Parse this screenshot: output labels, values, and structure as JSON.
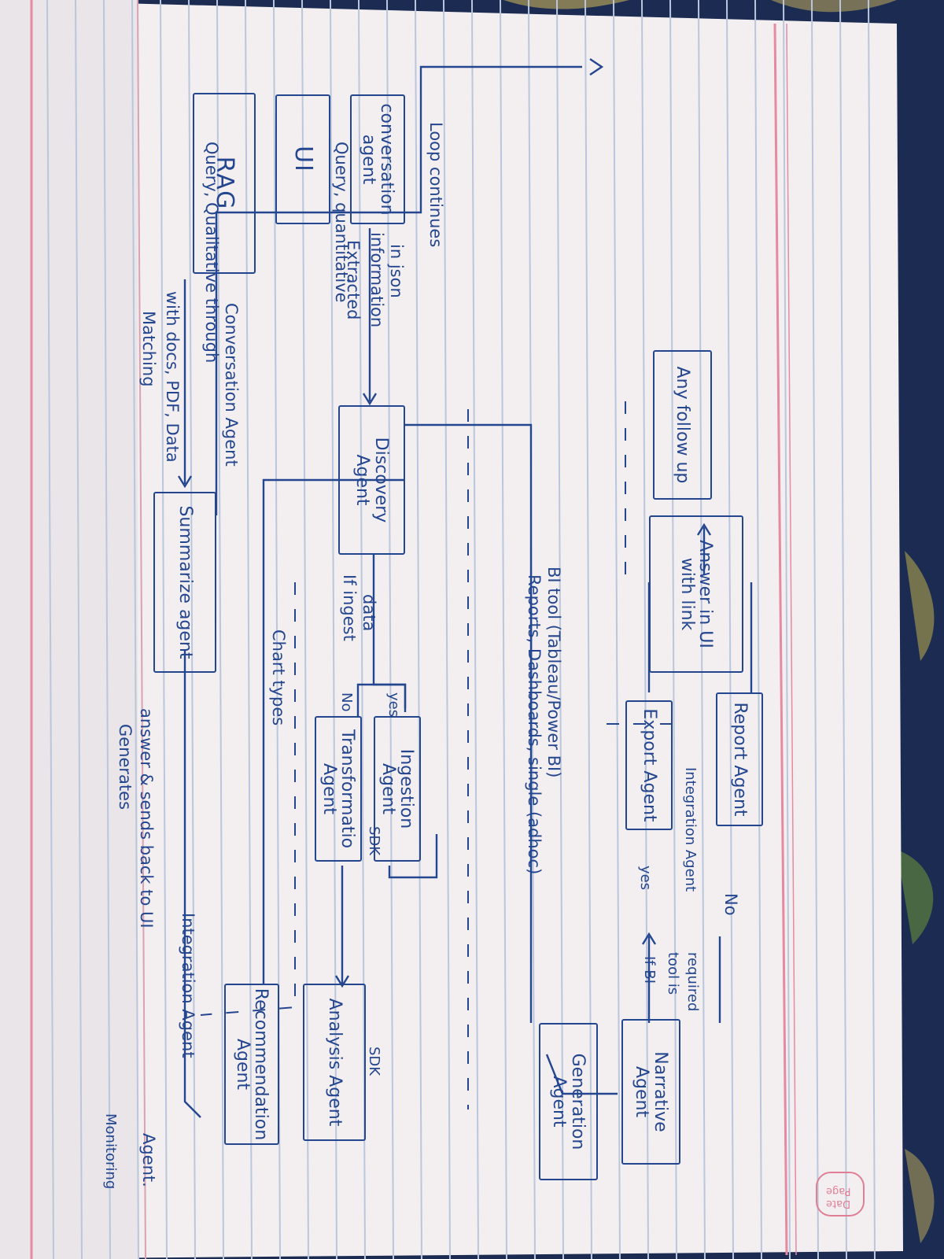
{
  "boxes": {
    "rag": "RAG",
    "ui": "UI",
    "conversation_agent": "conversation agent",
    "summarize_agent": "Summarize agent",
    "discovery_agent": "Discovery Agent",
    "ingestion_agent": "Ingestion Agent",
    "transformation_agent": "Transformatio Agent",
    "analysis_agent": "Analysis Agent",
    "recommendation_agent": "Recommendation Agent",
    "generation_agent": "Generation Agent",
    "export_agent": "Export Agent",
    "narrative_agent": "Narrative Agent",
    "report_agent": "Report Agent",
    "answer_box": "Answer in UI with link",
    "followup_box": "Any follow up"
  },
  "labels": {
    "matching": "Matching",
    "with_docs": "with docs, PDF, Data",
    "generates": "Generates",
    "answer_sends": "answer & sends back to UI",
    "monitoring": "Monitoring",
    "agent_dot": "Agent.",
    "integration_agent_top": "Integration Agent",
    "query_qualitative": "Query, Qualitative through",
    "conversation_agent_line": "Conversation Agent",
    "query_quantitative": "Query, quantitative",
    "extracted": "Extracted",
    "information": "information",
    "in_json": "in json",
    "loop_continues": "Loop continues",
    "if_ingest": "If ingest",
    "data": "data",
    "yes1": "yes",
    "no1": "No",
    "sdk1": "SDK",
    "sdk2": "SDK",
    "chart_types": "Chart types",
    "reports_dashboards": "Reports, Dashboards, single (adhoc)",
    "bi_tool": "BI tool (Tableau/Power BI)",
    "yes2": "yes",
    "if_bi": "If BI",
    "integration_agent_mid": "Integration Agent",
    "tool_is": "tool is",
    "required": "required",
    "no2": "No"
  },
  "stamp": {
    "page": "Page",
    "date": "Date"
  },
  "colors": {
    "ink": "#24468f",
    "margin": "#e58aa1",
    "rule": "#b9c6db",
    "paper": "#f4f1f3"
  }
}
